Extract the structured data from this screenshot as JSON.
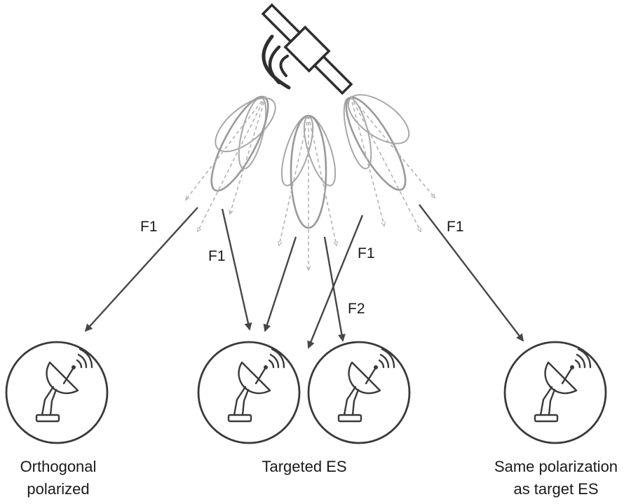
{
  "links": [
    {
      "id": "link-f1-orthogonal",
      "label": "F1"
    },
    {
      "id": "link-f1-target-a",
      "label": "F1"
    },
    {
      "id": "link-f1-target-b",
      "label": "F1"
    },
    {
      "id": "link-f2-target",
      "label": "F2"
    },
    {
      "id": "link-f1-same-pol",
      "label": "F1"
    }
  ],
  "stations": {
    "orthogonal": {
      "caption_line1": "Orthogonal",
      "caption_line2": "polarized"
    },
    "targeted": {
      "caption": "Targeted ES"
    },
    "same_pol": {
      "caption_line1": "Same polarization",
      "caption_line2": "as target ES"
    }
  },
  "icons": {
    "satellite": "satellite-icon",
    "antenna": "satellite-dish-icon"
  },
  "colors": {
    "beam": "#a8a8a8",
    "arrow": "#474747",
    "outline": "#3a3a3a"
  }
}
